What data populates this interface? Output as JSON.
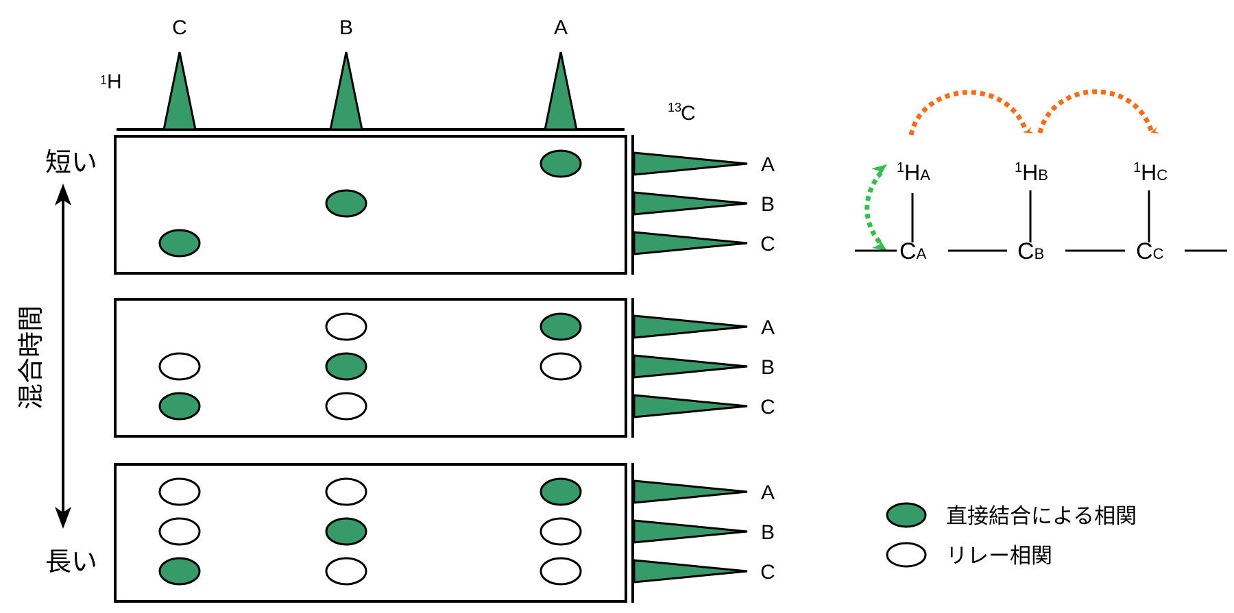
{
  "colors": {
    "direct": "#379a69",
    "relay": "#ffffff",
    "outline": "#000000",
    "tocsy_arrow": "#ff6a13",
    "hsqc_arrow": "#33c04a"
  },
  "axis_labels": {
    "h1_prefix": "1",
    "h1_symbol": "H",
    "c13_prefix": "13",
    "c13_symbol": "C"
  },
  "h1_peaks": [
    "C",
    "B",
    "A"
  ],
  "c13_peaks": [
    "A",
    "B",
    "C"
  ],
  "mixing_time": {
    "label": "混合時間",
    "short": "短い",
    "long": "長い"
  },
  "panels": [
    {
      "name": "short-mixing",
      "cross_peaks": [
        {
          "h": "A",
          "c": "A",
          "type": "direct"
        },
        {
          "h": "B",
          "c": "B",
          "type": "direct"
        },
        {
          "h": "C",
          "c": "C",
          "type": "direct"
        }
      ]
    },
    {
      "name": "medium-mixing",
      "cross_peaks": [
        {
          "h": "A",
          "c": "A",
          "type": "direct"
        },
        {
          "h": "A",
          "c": "B",
          "type": "relay"
        },
        {
          "h": "B",
          "c": "A",
          "type": "relay"
        },
        {
          "h": "B",
          "c": "B",
          "type": "direct"
        },
        {
          "h": "B",
          "c": "C",
          "type": "relay"
        },
        {
          "h": "C",
          "c": "B",
          "type": "relay"
        },
        {
          "h": "C",
          "c": "C",
          "type": "direct"
        }
      ]
    },
    {
      "name": "long-mixing",
      "cross_peaks": [
        {
          "h": "A",
          "c": "A",
          "type": "direct"
        },
        {
          "h": "A",
          "c": "B",
          "type": "relay"
        },
        {
          "h": "A",
          "c": "C",
          "type": "relay"
        },
        {
          "h": "B",
          "c": "A",
          "type": "relay"
        },
        {
          "h": "B",
          "c": "B",
          "type": "direct"
        },
        {
          "h": "B",
          "c": "C",
          "type": "relay"
        },
        {
          "h": "C",
          "c": "A",
          "type": "relay"
        },
        {
          "h": "C",
          "c": "B",
          "type": "relay"
        },
        {
          "h": "C",
          "c": "C",
          "type": "direct"
        }
      ]
    }
  ],
  "structure": {
    "hydrogens": [
      {
        "prefix": "1",
        "symbol": "H",
        "sub": "A"
      },
      {
        "prefix": "1",
        "symbol": "H",
        "sub": "B"
      },
      {
        "prefix": "1",
        "symbol": "H",
        "sub": "C"
      }
    ],
    "carbons": [
      {
        "symbol": "C",
        "sub": "A"
      },
      {
        "symbol": "C",
        "sub": "B"
      },
      {
        "symbol": "C",
        "sub": "C"
      }
    ]
  },
  "legend": [
    {
      "type": "direct",
      "label": "直接結合による相関"
    },
    {
      "type": "relay",
      "label": "リレー相関"
    }
  ]
}
